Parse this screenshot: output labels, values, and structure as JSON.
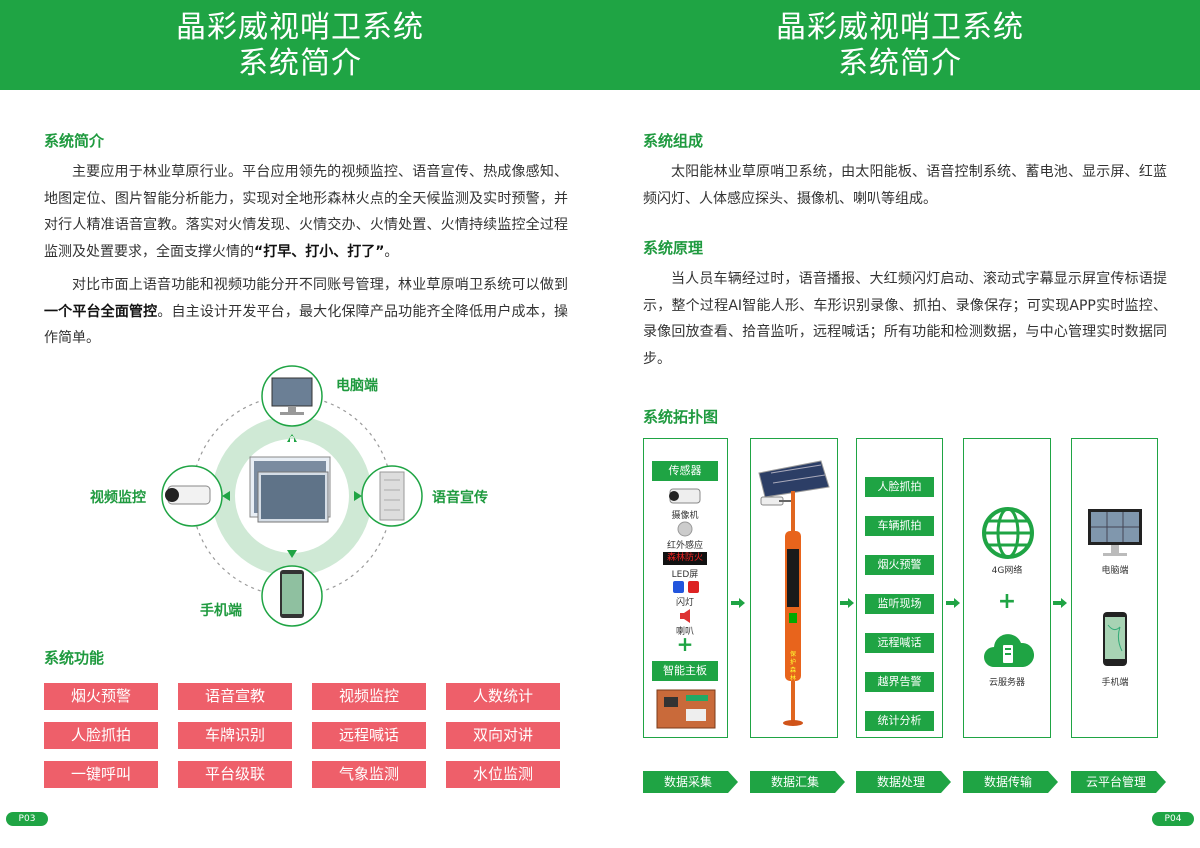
{
  "left": {
    "banner": {
      "title": "晶彩威视哨卫系统",
      "subtitle": "系统简介"
    },
    "intro_heading": "系统简介",
    "intro_p1_a": "主要应用于林业草原行业。平台应用领先的视频监控、语音宣传、热成像感知、地图定位、图片智能分析能力，实现对全地形森林火点的全天候监测及实时预警，并对行人精准语音宣教。落实对火情发现、火情交办、火情处置、火情持续监控全过程监测及处置要求，全面支撑火情的",
    "intro_p1_b": "“打早、打小、打了”",
    "intro_p1_c": "。",
    "intro_p2_a": "对比市面上语音功能和视频功能分开不同账号管理，林业草原哨卫系统可以做到",
    "intro_p2_b": "一个平台全面管控",
    "intro_p2_c": "。自主设计开发平台，最大化保障产品功能齐全降低用户成本，操作简单。",
    "diagram": {
      "pc": "电脑端",
      "video": "视频监控",
      "voice": "语音宣传",
      "mobile": "手机端"
    },
    "func_heading": "系统功能",
    "functions": [
      "烟火预警",
      "语音宣教",
      "视频监控",
      "人数统计",
      "人脸抓拍",
      "车牌识别",
      "远程喊话",
      "双向对讲",
      "一键呼叫",
      "平台级联",
      "气象监测",
      "水位监测"
    ],
    "page_no": "P03",
    "colors": {
      "green": "#1fa444",
      "red_tag": "#ee5f6a"
    }
  },
  "right": {
    "banner": {
      "title": "晶彩威视哨卫系统",
      "subtitle": "系统简介"
    },
    "comp_heading": "系统组成",
    "comp_text": "太阳能林业草原哨卫系统，由太阳能板、语音控制系统、蓄电池、显示屏、红蓝频闪灯、人体感应探头、摄像机、喇叭等组成。",
    "principle_heading": "系统原理",
    "principle_text": "当人员车辆经过时，语音播报、大红频闪灯启动、滚动式字幕显示屏宣传标语提示，整个过程AI智能人形、车形识别录像、抓拍、录像保存；可实现APP实时监控、录像回放查看、拾音监听，远程喊话；所有功能和检测数据，与中心管理实时数据同步。",
    "topo_heading": "系统拓扑图",
    "topo": {
      "sensor_tag": "传感器",
      "camera": "摄像机",
      "infrared": "红外感应",
      "led_text": "森林防火",
      "led": "LED屏",
      "flash": "闪灯",
      "horn": "喇叭",
      "plus": "+",
      "board": "智能主板",
      "pole_text": "保护森林",
      "processing": [
        "人脸抓拍",
        "车辆抓拍",
        "烟火预警",
        "监听现场",
        "远程喊话",
        "越界告警",
        "统计分析"
      ],
      "network": "4G网络",
      "cloud": "云服务器",
      "pc": "电脑端",
      "phone": "手机端",
      "footer": [
        "数据采集",
        "数据汇集",
        "数据处理",
        "数据传输",
        "云平台管理"
      ]
    },
    "page_no": "P04"
  }
}
